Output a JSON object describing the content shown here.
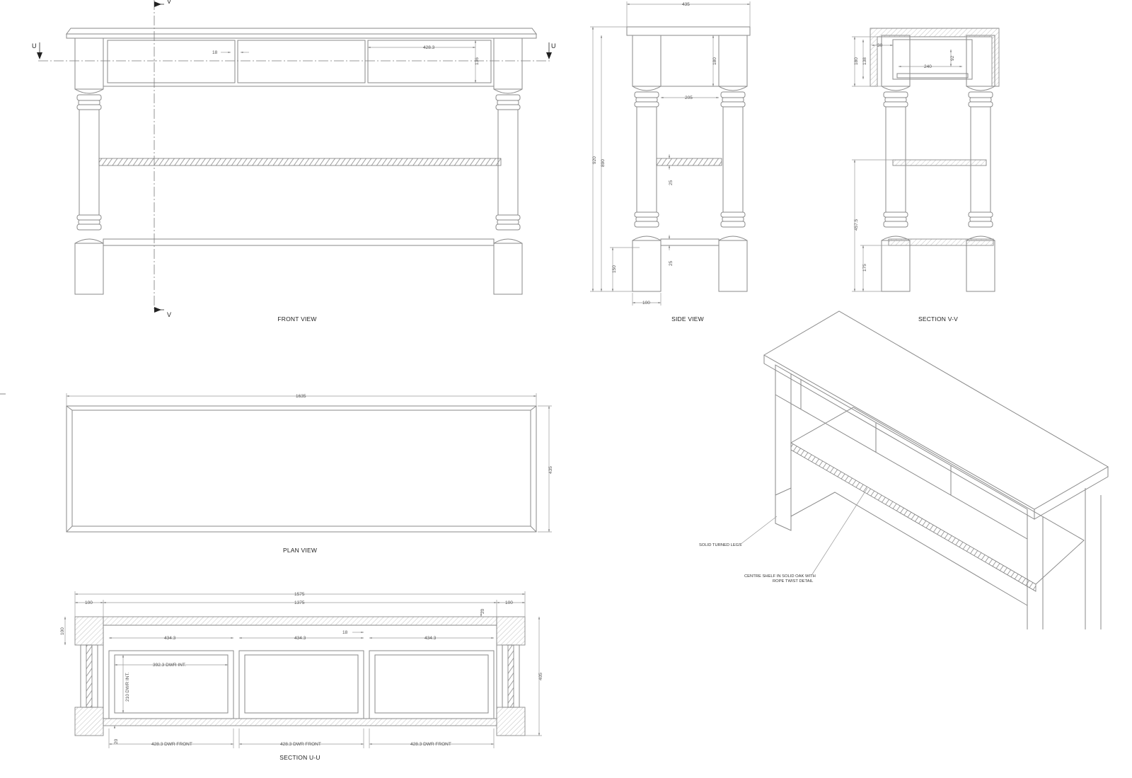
{
  "titles": {
    "front": "FRONT VIEW",
    "side": "SIDE VIEW",
    "section_vv": "SECTION V-V",
    "plan": "PLAN VIEW",
    "section_uu": "SECTION U-U"
  },
  "section_markers": {
    "u": "U",
    "v": "V"
  },
  "notes": {
    "legs": "SOLID TURNED LEGS",
    "shelf_line1": "CENTRE SHELF IN SOLID OAK WITH",
    "shelf_line2": "ROPE TWIST DETAIL"
  },
  "front_view_dims": {
    "drawer_gap": "18",
    "drawer_width": "428.3",
    "drawer_height": "136"
  },
  "side_view_dims": {
    "depth": "435",
    "total_height": "920",
    "leg_height": "890",
    "apron": "180",
    "inner_width": "205",
    "shelf_thick": "25",
    "rail_thick": "25",
    "rail_height": "150",
    "leg_width": "100"
  },
  "section_vv_dims": {
    "apron": "180",
    "drawer": "138",
    "offset": "30",
    "depth": "92",
    "runner": "240",
    "shelf_height": "457.5",
    "rail_height": "175"
  },
  "plan_dims": {
    "length": "1635",
    "depth": "435"
  },
  "section_uu_dims": {
    "overall": "1575",
    "inner": "1375",
    "leg_left": "100",
    "leg_right": "100",
    "leg_depth": "100",
    "back": "20",
    "gap": "18",
    "depth": "405",
    "bay1": "434.3",
    "bay2": "434.3",
    "bay3": "434.3",
    "drawer_int": "392.3 DWR INT.",
    "drawer_int_h": "210 DWR INT.",
    "front_thick": "20",
    "dwr_front_1": "428.3 DWR FRONT",
    "dwr_front_2": "428.3 DWR FRONT",
    "dwr_front_3": "428.3 DWR FRONT"
  }
}
